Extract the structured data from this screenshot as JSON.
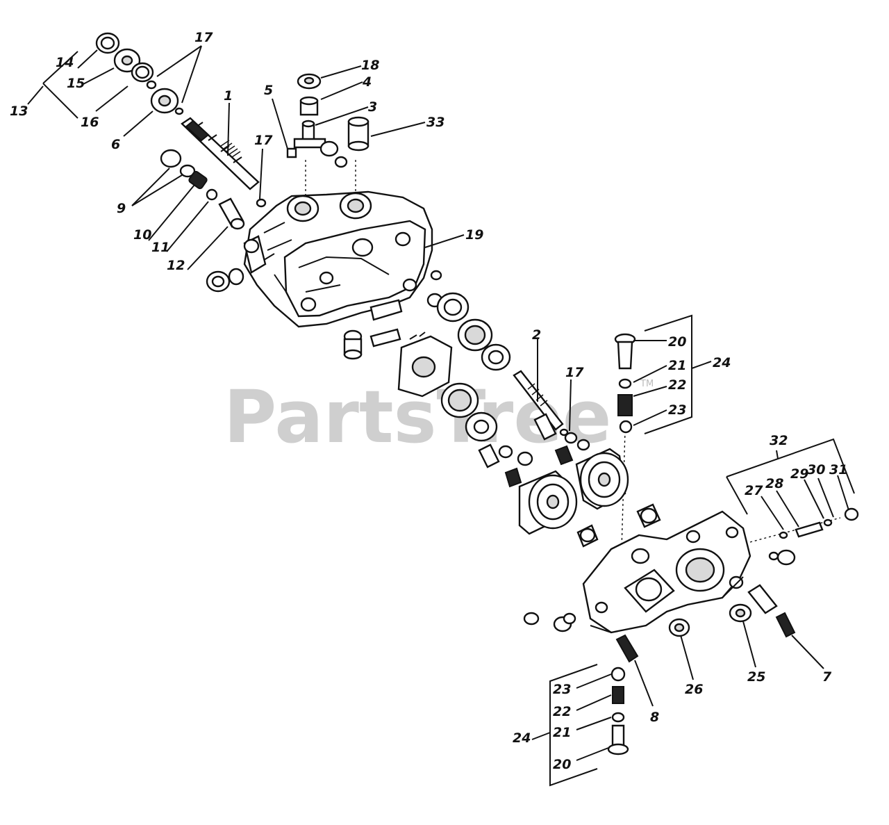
{
  "watermark": {
    "text": "PartsTree",
    "trademark": "TM"
  },
  "callouts": [
    {
      "id": "c1",
      "text": "1"
    },
    {
      "id": "c2",
      "text": "2"
    },
    {
      "id": "c3",
      "text": "3"
    },
    {
      "id": "c4",
      "text": "4"
    },
    {
      "id": "c5",
      "text": "5"
    },
    {
      "id": "c6",
      "text": "6"
    },
    {
      "id": "c7",
      "text": "7"
    },
    {
      "id": "c8",
      "text": "8"
    },
    {
      "id": "c9",
      "text": "9"
    },
    {
      "id": "c10",
      "text": "10"
    },
    {
      "id": "c11",
      "text": "11"
    },
    {
      "id": "c12",
      "text": "12"
    },
    {
      "id": "c13",
      "text": "13"
    },
    {
      "id": "c14",
      "text": "14"
    },
    {
      "id": "c15",
      "text": "15"
    },
    {
      "id": "c16",
      "text": "16"
    },
    {
      "id": "c17a",
      "text": "17"
    },
    {
      "id": "c17b",
      "text": "17"
    },
    {
      "id": "c17c",
      "text": "17"
    },
    {
      "id": "c18",
      "text": "18"
    },
    {
      "id": "c19",
      "text": "19"
    },
    {
      "id": "c20a",
      "text": "20"
    },
    {
      "id": "c21a",
      "text": "21"
    },
    {
      "id": "c22a",
      "text": "22"
    },
    {
      "id": "c23a",
      "text": "23"
    },
    {
      "id": "c24a",
      "text": "24"
    },
    {
      "id": "c20b",
      "text": "20"
    },
    {
      "id": "c21b",
      "text": "21"
    },
    {
      "id": "c22b",
      "text": "22"
    },
    {
      "id": "c23b",
      "text": "23"
    },
    {
      "id": "c24b",
      "text": "24"
    },
    {
      "id": "c25",
      "text": "25"
    },
    {
      "id": "c26",
      "text": "26"
    },
    {
      "id": "c27",
      "text": "27"
    },
    {
      "id": "c28",
      "text": "28"
    },
    {
      "id": "c29",
      "text": "29"
    },
    {
      "id": "c30",
      "text": "30"
    },
    {
      "id": "c31",
      "text": "31"
    },
    {
      "id": "c32",
      "text": "32"
    },
    {
      "id": "c33",
      "text": "33"
    }
  ]
}
